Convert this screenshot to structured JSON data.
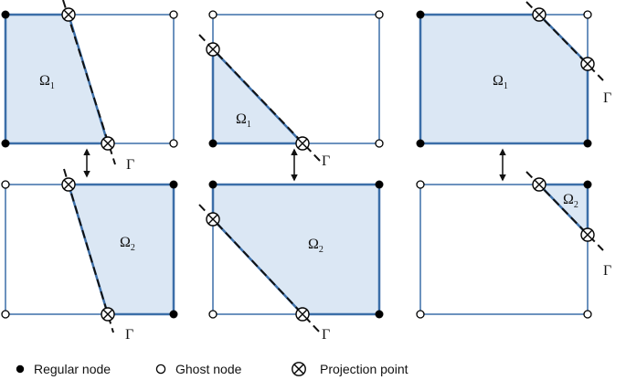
{
  "colors": {
    "frame": "#3b6ea8",
    "fill": "#dbe7f4",
    "interface": "#111111",
    "regular_node": "#000000",
    "ghost_node": "#ffffff"
  },
  "icons": {
    "regular_node": "filled-circle-icon",
    "ghost_node": "open-circle-icon",
    "projection_point": "circled-x-icon"
  },
  "legend": {
    "regular": "Regular node",
    "ghost": "Ghost node",
    "projection": "Projection point"
  },
  "panels": {
    "p1_top": {
      "region": "Ω",
      "sub": "1",
      "gamma": "Γ"
    },
    "p1_bot": {
      "region": "Ω",
      "sub": "2",
      "gamma": "Γ"
    },
    "p2_top": {
      "region": "Ω",
      "sub": "1",
      "gamma": "Γ"
    },
    "p2_bot": {
      "region": "Ω",
      "sub": "2",
      "gamma": "Γ"
    },
    "p3_top": {
      "region": "Ω",
      "sub": "1",
      "gamma": "Γ"
    },
    "p3_bot": {
      "region": "Ω",
      "sub": "2",
      "gamma": "Γ"
    }
  }
}
